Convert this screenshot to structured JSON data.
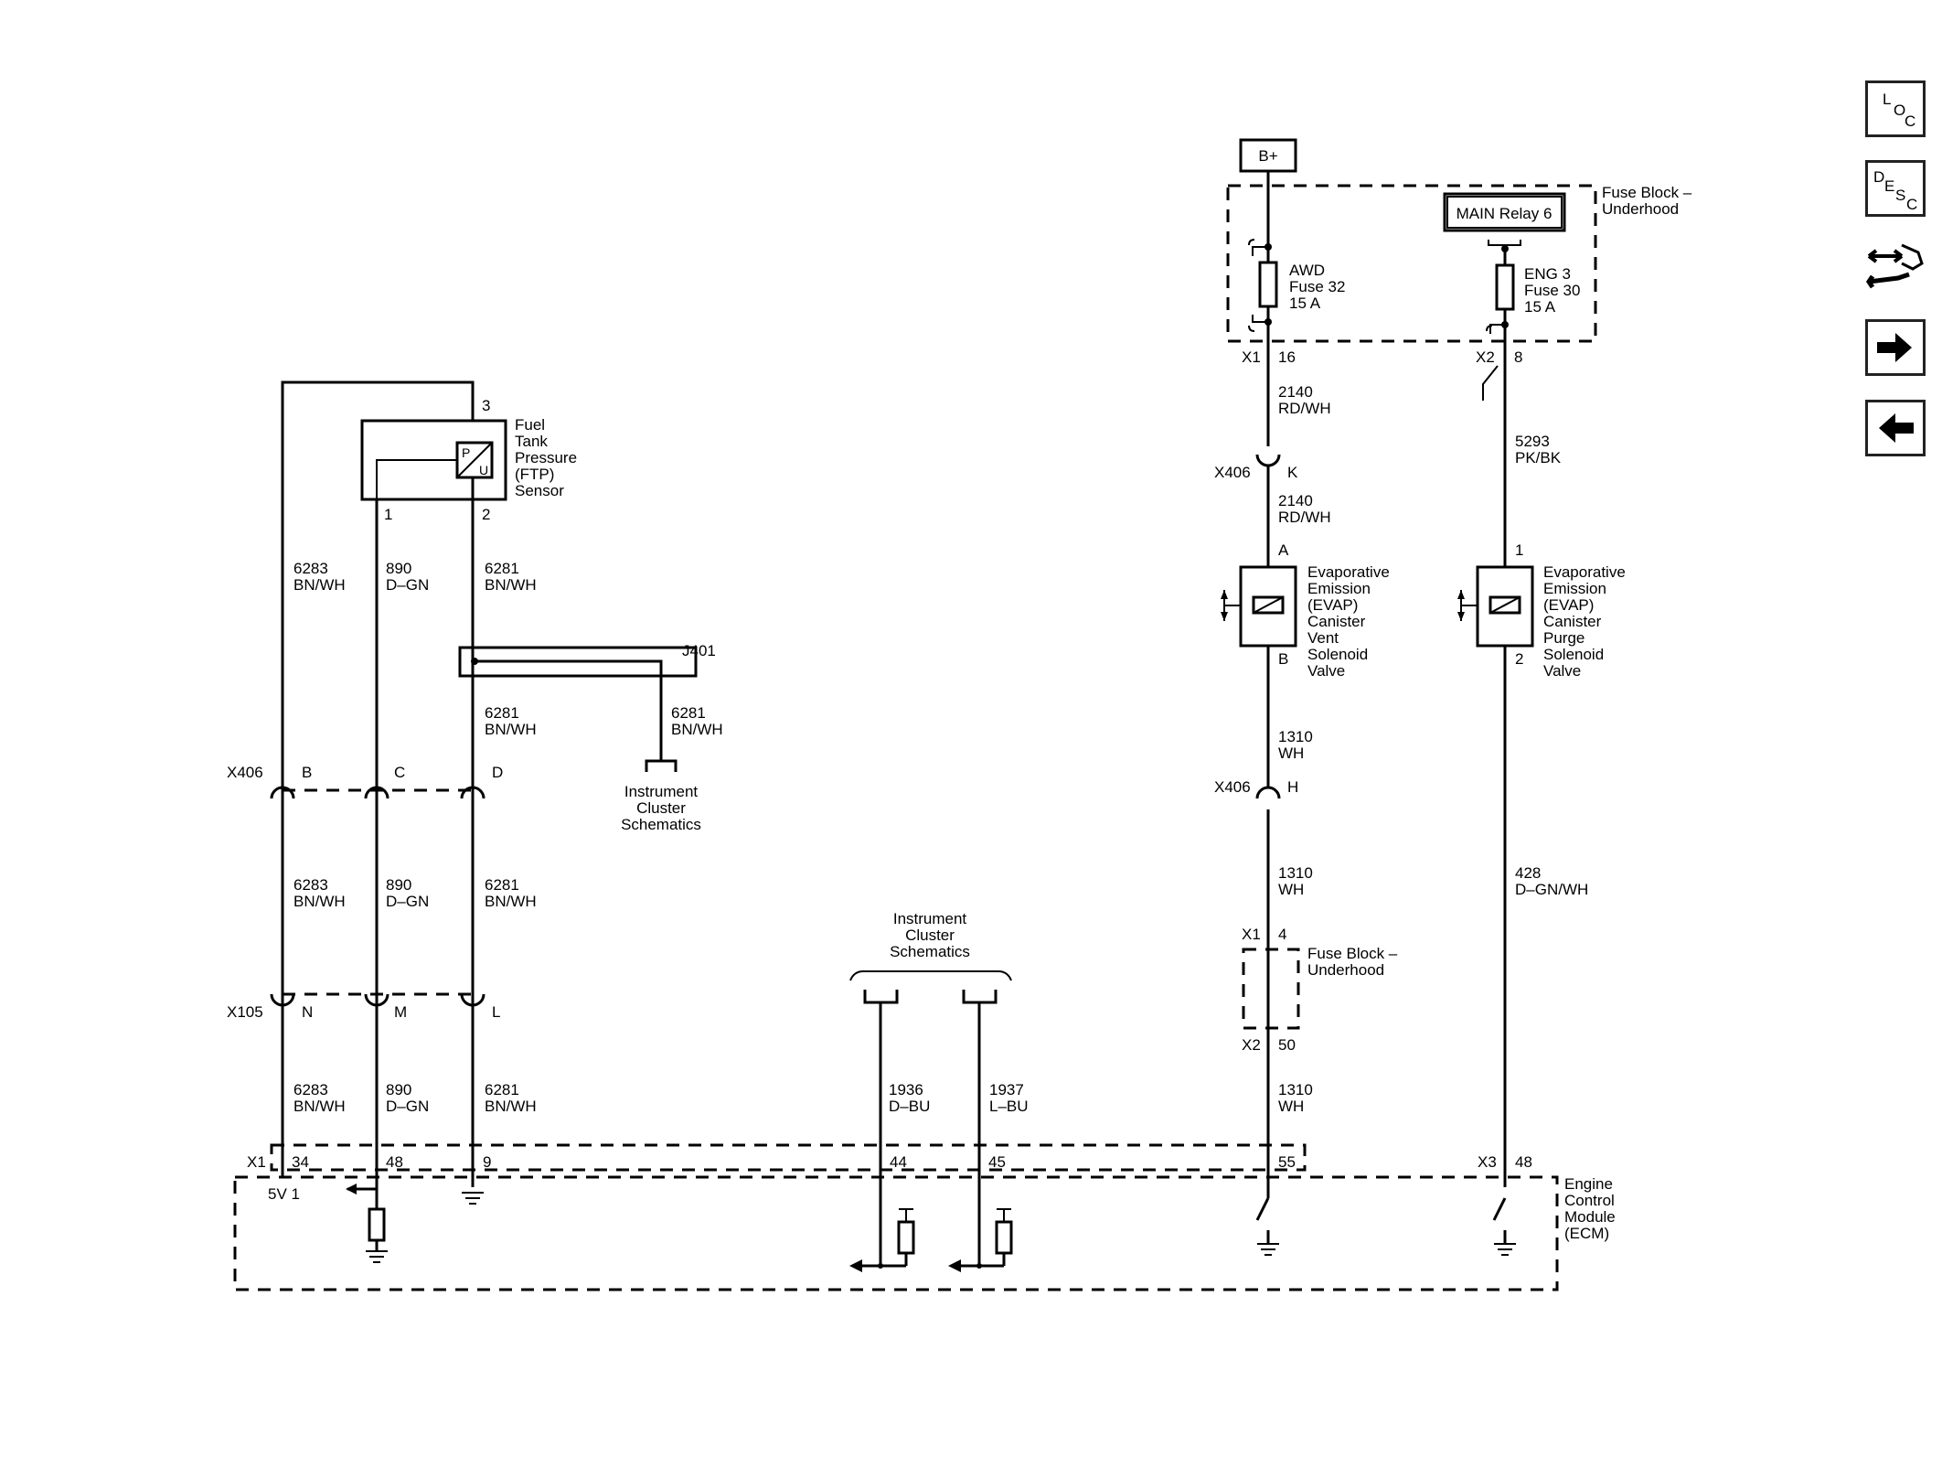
{
  "toolbar": {
    "loc": {
      "a": "L",
      "b": "O",
      "c": "C"
    },
    "desc": {
      "a": "D",
      "b": "E",
      "c": "S",
      "d": "C"
    }
  },
  "power": {
    "bplus": "B+",
    "main_relay": "MAIN Relay 6",
    "fuse_block_top": [
      "Fuse Block –",
      "Underhood"
    ],
    "awd_fuse": [
      "AWD",
      "Fuse 32",
      "15 A"
    ],
    "eng_fuse": [
      "ENG 3",
      "Fuse 30",
      "15 A"
    ],
    "x1_16": [
      "X1",
      "16"
    ],
    "x2_8": [
      "X2",
      "8"
    ]
  },
  "ftp_sensor": {
    "label": [
      "Fuel",
      "Tank",
      "Pressure",
      "(FTP)",
      "Sensor"
    ],
    "pins": {
      "p3": "3",
      "p1": "1",
      "p2": "2"
    },
    "glyph_p": "P",
    "glyph_u": "U"
  },
  "splice": {
    "name": "J401",
    "wire": [
      "6281",
      "BN/WH"
    ],
    "ref": [
      "Instrument",
      "Cluster",
      "Schematics"
    ]
  },
  "left_wires": {
    "row1": [
      [
        "6283",
        "BN/WH"
      ],
      [
        "890",
        "D–GN"
      ],
      [
        "6281",
        "BN/WH"
      ]
    ],
    "row2_right": [
      "6281",
      "BN/WH"
    ],
    "row3": [
      [
        "6283",
        "BN/WH"
      ],
      [
        "890",
        "D–GN"
      ],
      [
        "6281",
        "BN/WH"
      ]
    ],
    "row4": [
      [
        "6283",
        "BN/WH"
      ],
      [
        "890",
        "D–GN"
      ],
      [
        "6281",
        "BN/WH"
      ]
    ]
  },
  "connectors": {
    "x406_left": {
      "name": "X406",
      "pins": [
        "B",
        "C",
        "D"
      ]
    },
    "x105": {
      "name": "X105",
      "pins": [
        "N",
        "M",
        "L"
      ]
    },
    "x406_k": {
      "name": "X406",
      "pin": "K"
    },
    "x406_h": {
      "name": "X406",
      "pin": "H"
    }
  },
  "vent_branch": {
    "w2140a": [
      "2140",
      "RD/WH"
    ],
    "w2140b": [
      "2140",
      "RD/WH"
    ],
    "pin_a": "A",
    "pin_b": "B",
    "valve": [
      "Evaporative",
      "Emission",
      "(EVAP)",
      "Canister",
      "Vent",
      "Solenoid",
      "Valve"
    ],
    "w1310a": [
      "1310",
      "WH"
    ],
    "w1310b": [
      "1310",
      "WH"
    ],
    "fb_x1_4": [
      "X1",
      "4"
    ],
    "fuse_block_mid": [
      "Fuse Block –",
      "Underhood"
    ],
    "fb_x2_50": [
      "X2",
      "50"
    ],
    "w1310c": [
      "1310",
      "WH"
    ]
  },
  "purge_branch": {
    "w5293": [
      "5293",
      "PK/BK"
    ],
    "pin_1": "1",
    "pin_2": "2",
    "valve": [
      "Evaporative",
      "Emission",
      "(EVAP)",
      "Canister",
      "Purge",
      "Solenoid",
      "Valve"
    ],
    "w428": [
      "428",
      "D–GN/WH"
    ]
  },
  "cluster": {
    "ref": [
      "Instrument",
      "Cluster",
      "Schematics"
    ],
    "w1936": [
      "1936",
      "D–BU"
    ],
    "w1937": [
      "1937",
      "L–BU"
    ]
  },
  "ecm": {
    "label": [
      "Engine",
      "Control",
      "Module",
      "(ECM)"
    ],
    "x1": "X1",
    "x3": "X3",
    "pins": [
      "34",
      "48",
      "9",
      "44",
      "45",
      "55",
      "48"
    ],
    "v5": "5V 1"
  }
}
